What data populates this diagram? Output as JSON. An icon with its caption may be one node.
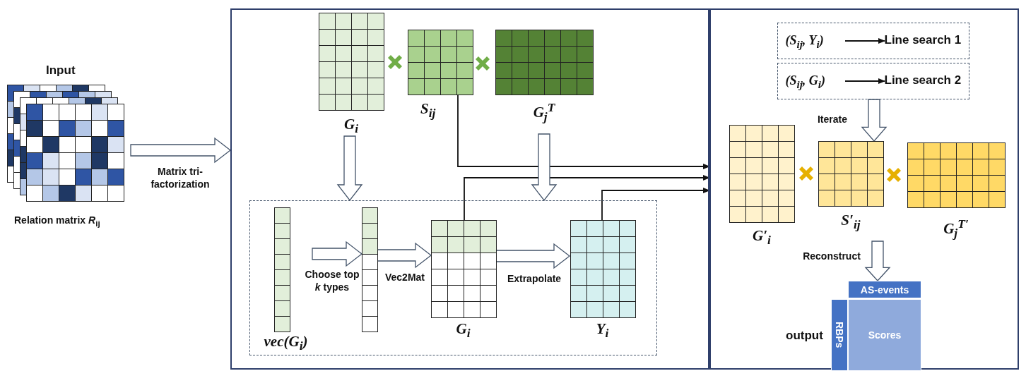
{
  "diagram": {
    "nodes": [
      {
        "text": [
          "Input",
          "Relation matrix *R*$_{ij}$"
        ]
      },
      {
        "text": [],
        "shape": "box"
      },
      {
        "text": [
          "G$_{i}$"
        ],
        "in": 1
      },
      {
        "text": [
          "S$_{ij}$"
        ],
        "in": 1
      },
      {
        "text": [
          "G$_{j}$$^{T}$"
        ],
        "in": 1
      },
      {
        "text": [],
        "shape": "box",
        "in": 1
      },
      {
        "text": [
          "vec(*G*$_{i}$)"
        ],
        "in": 5
      },
      {
        "text": [],
        "shape": "box",
        "in": 5
      },
      {
        "text": [
          "G$_{i}$"
        ],
        "in": 5
      },
      {
        "text": [
          "Y$_{i}$"
        ],
        "in": 5
      },
      {
        "text": [],
        "shape": "box"
      },
      {
        "text": [],
        "shape": "box",
        "in": 10
      },
      {
        "text": [
          "(S$_{ij}$, Y$_{i}$)"
        ],
        "in": 11
      },
      {
        "text": [
          "Line search 1"
        ],
        "in": 11
      },
      {
        "text": [],
        "shape": "box",
        "in": 10
      },
      {
        "text": [
          "(S$_{ij}$, G$_{i}$)"
        ],
        "in": 14
      },
      {
        "text": [
          "Line search 2"
        ],
        "in": 14
      },
      {
        "text": [
          "G′$_{i}$"
        ],
        "in": 10
      },
      {
        "text": [
          "S′$_{ij}$"
        ],
        "in": 10
      },
      {
        "text": [
          "G$_{j}$$^{T′}$"
        ],
        "in": 10
      },
      {
        "text": [
          "AS-events"
        ],
        "in": 10
      },
      {
        "text": [
          "RBPs"
        ],
        "in": 10
      },
      {
        "text": [
          "Scores"
        ],
        "in": 10
      }
    ],
    "edges": [
      {
        "from": 0,
        "to": 1,
        "arrow": "to",
        "label": "Matrix tri-factorization"
      },
      {
        "from": 2,
        "to": 5,
        "arrow": "to"
      },
      {
        "from": 4,
        "to": 5,
        "arrow": "to"
      },
      {
        "from": 6,
        "to": 7,
        "arrow": "to",
        "label": "Choose top *k* types"
      },
      {
        "from": 7,
        "to": 8,
        "arrow": "to",
        "label": "Vec2Mat"
      },
      {
        "from": 8,
        "to": 9,
        "arrow": "to",
        "label": "Extrapolate"
      },
      {
        "from": 3,
        "to": 10,
        "arrow": "to"
      },
      {
        "from": 8,
        "to": 10,
        "arrow": "to"
      },
      {
        "from": 9,
        "to": 10,
        "arrow": "to"
      },
      {
        "from": 12,
        "to": 13,
        "arrow": "to"
      },
      {
        "from": 15,
        "to": 16,
        "arrow": "to"
      },
      {
        "from": 14,
        "to": 18,
        "arrow": "to",
        "label": "Iterate"
      },
      {
        "from": 18,
        "to": 20,
        "arrow": "to",
        "label": "Reconstruct"
      }
    ],
    "labels": [
      "output"
    ]
  }
}
